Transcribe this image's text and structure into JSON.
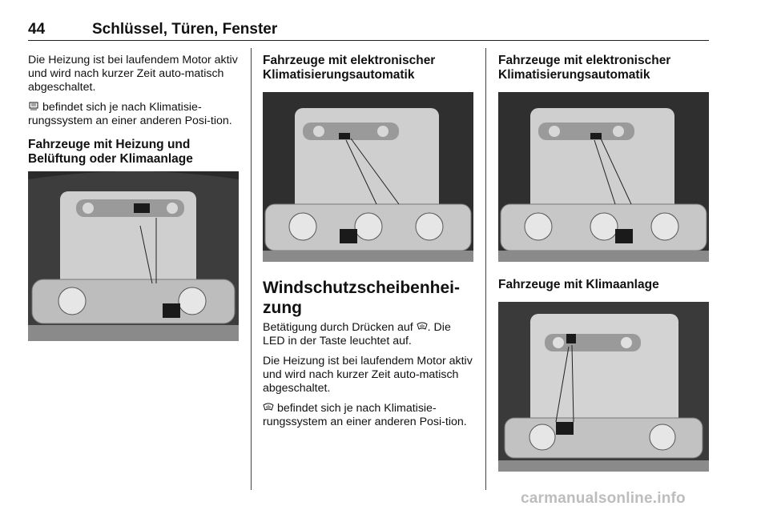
{
  "header": {
    "page_number": "44",
    "title": "Schlüssel, Türen, Fenster"
  },
  "col1": {
    "p1": "Die Heizung ist bei laufendem Motor aktiv und wird nach kurzer Zeit auto-matisch abgeschaltet.",
    "p2_icon": "rear-window-heating-icon",
    "p2": "befindet sich je nach Klimatisie-rungssystem an einer anderen Posi-tion.",
    "heading": "Fahrzeuge mit Heizung und Belüftung oder Klimaanlage"
  },
  "col2": {
    "heading": "Fahrzeuge mit elektronischer Klimatisierungsautomatik",
    "section_title": "Windschutzscheibenhei-zung",
    "p1_prefix": "Betätigung durch Drücken auf",
    "p1_icon": "windscreen-heating-icon",
    "p1_suffix": ". Die LED in der Taste leuchtet auf.",
    "p2": "Die Heizung ist bei laufendem Motor aktiv und wird nach kurzer Zeit auto-matisch abgeschaltet.",
    "p3_icon": "windscreen-heating-icon",
    "p3": "befindet sich je nach Klimatisie-rungssystem an einer anderen Posi-tion."
  },
  "col3": {
    "heading1": "Fahrzeuge mit elektronischer Klimatisierungsautomatik",
    "heading2": "Fahrzeuge mit Klimaanlage"
  },
  "footer": {
    "watermark": "carmanualsonline.info"
  }
}
